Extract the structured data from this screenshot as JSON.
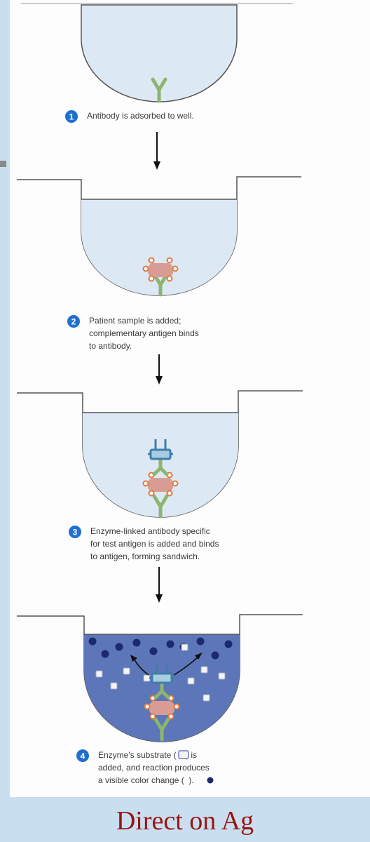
{
  "steps": [
    {
      "number": "1",
      "lines": [
        "Antibody is adsorbed to well."
      ]
    },
    {
      "number": "2",
      "lines": [
        "Patient sample is added;",
        "complementary antigen binds",
        "to antibody."
      ]
    },
    {
      "number": "3",
      "lines": [
        "Enzyme-linked antibody specific",
        "for test antigen is added and binds",
        "to antigen, forming sandwich."
      ]
    },
    {
      "number": "4",
      "lines": [
        "Enzyme's substrate (    ) is",
        "added, and reaction produces",
        "a visible color change (  )."
      ]
    }
  ],
  "caption": "Direct on Ag",
  "colors": {
    "well_fill": "#dde8f5",
    "well_fill_colored": "#5c76b9",
    "antibody": "#8cb56e",
    "enzyme_antibody": "#4f8fb5",
    "antigen": "#d99c94",
    "antigen_dot": "#e07a3a",
    "product_dot": "#1a2a6c",
    "substrate": "#f4f4f4",
    "number_badge": "#1f6fd0",
    "caption": "#9a1414"
  }
}
